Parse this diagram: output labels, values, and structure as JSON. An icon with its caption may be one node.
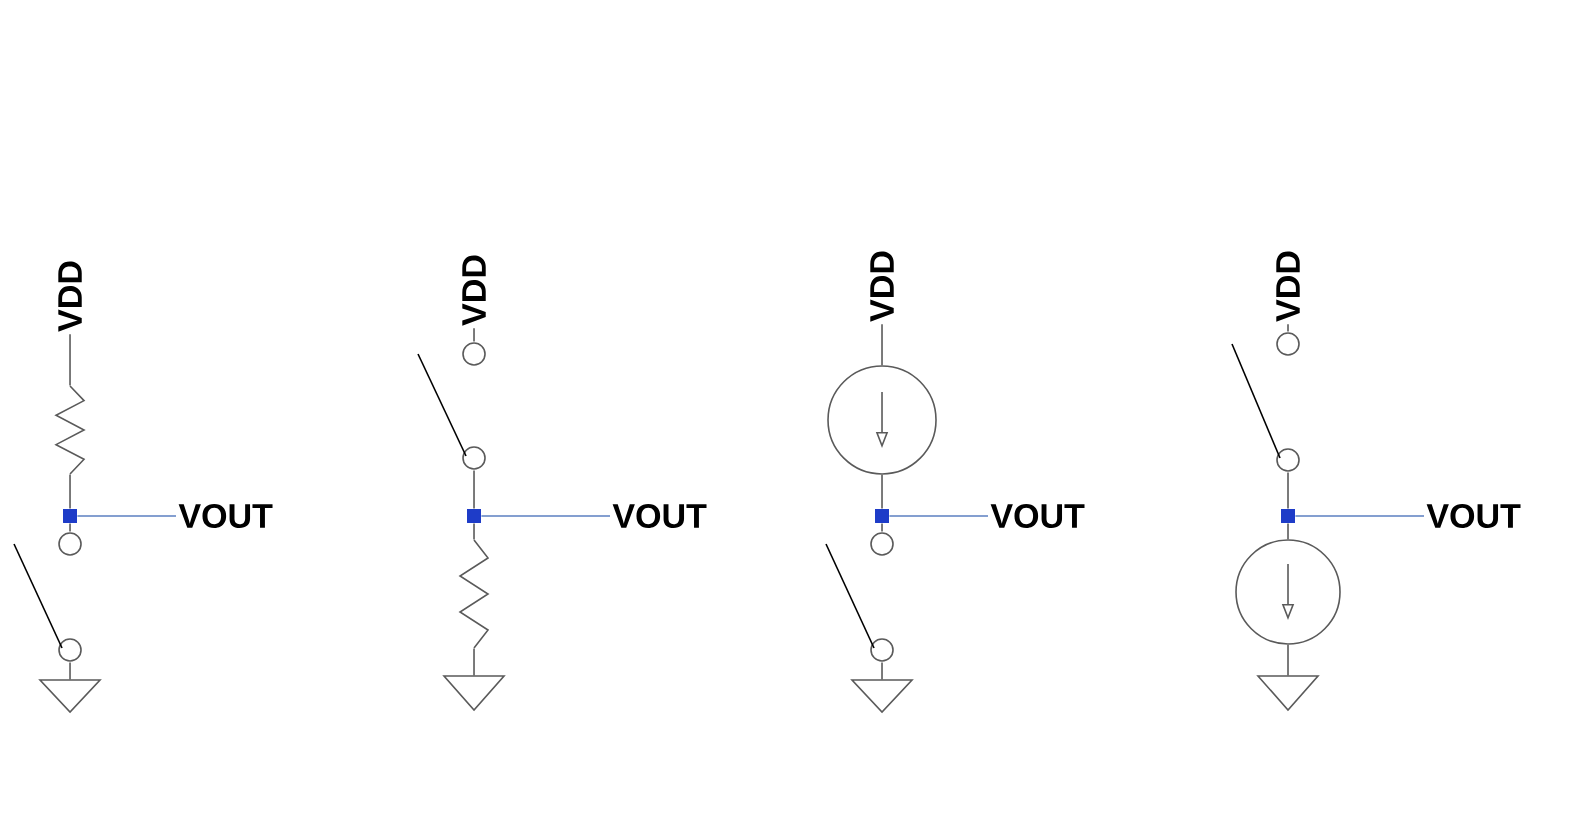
{
  "diagram": {
    "nodes": [
      {
        "text": [
          "VDD"
        ]
      },
      {
        "text": [],
        "shape": "resistor"
      },
      {
        "text": [],
        "shape": "box"
      },
      {
        "text": [
          "VOUT"
        ]
      },
      {
        "text": [],
        "shape": "switch"
      },
      {
        "text": [],
        "shape": "ground"
      },
      {
        "text": [
          "VDD"
        ]
      },
      {
        "text": [],
        "shape": "switch"
      },
      {
        "text": [],
        "shape": "box"
      },
      {
        "text": [
          "VOUT"
        ]
      },
      {
        "text": [],
        "shape": "resistor"
      },
      {
        "text": [],
        "shape": "ground"
      },
      {
        "text": [
          "VDD"
        ]
      },
      {
        "text": [],
        "shape": "circle"
      },
      {
        "text": [],
        "shape": "box"
      },
      {
        "text": [
          "VOUT"
        ]
      },
      {
        "text": [],
        "shape": "switch"
      },
      {
        "text": [],
        "shape": "ground"
      },
      {
        "text": [
          "VDD"
        ]
      },
      {
        "text": [],
        "shape": "switch"
      },
      {
        "text": [],
        "shape": "box"
      },
      {
        "text": [
          "VOUT"
        ]
      },
      {
        "text": [],
        "shape": "circle"
      },
      {
        "text": [],
        "shape": "ground"
      }
    ],
    "edges": [
      {
        "from": 0,
        "to": 1,
        "arrow": "none"
      },
      {
        "from": 1,
        "to": 2,
        "arrow": "none"
      },
      {
        "from": 2,
        "to": 3,
        "arrow": "none",
        "color": "#5b7fc0"
      },
      {
        "from": 2,
        "to": 4,
        "arrow": "none"
      },
      {
        "from": 4,
        "to": 5,
        "arrow": "none"
      },
      {
        "from": 6,
        "to": 7,
        "arrow": "none"
      },
      {
        "from": 7,
        "to": 8,
        "arrow": "none"
      },
      {
        "from": 8,
        "to": 9,
        "arrow": "none",
        "color": "#5b7fc0"
      },
      {
        "from": 8,
        "to": 10,
        "arrow": "none"
      },
      {
        "from": 10,
        "to": 11,
        "arrow": "none"
      },
      {
        "from": 12,
        "to": 13,
        "arrow": "none"
      },
      {
        "from": 13,
        "to": 14,
        "arrow": "none"
      },
      {
        "from": 14,
        "to": 15,
        "arrow": "none",
        "color": "#5b7fc0"
      },
      {
        "from": 14,
        "to": 16,
        "arrow": "none"
      },
      {
        "from": 16,
        "to": 17,
        "arrow": "none"
      },
      {
        "from": 18,
        "to": 19,
        "arrow": "none"
      },
      {
        "from": 19,
        "to": 20,
        "arrow": "none"
      },
      {
        "from": 20,
        "to": 21,
        "arrow": "none",
        "color": "#5b7fc0"
      },
      {
        "from": 20,
        "to": 22,
        "arrow": "none"
      },
      {
        "from": 22,
        "to": 23,
        "arrow": "none"
      }
    ]
  }
}
